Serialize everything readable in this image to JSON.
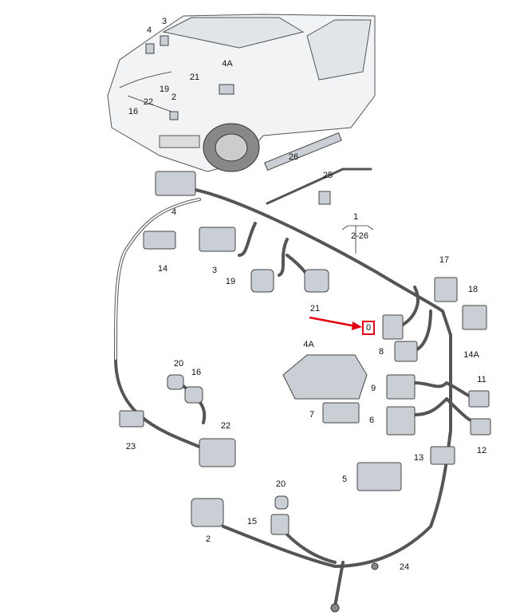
{
  "diagram": {
    "callouts": [
      {
        "id": "car-4",
        "text": "4"
      },
      {
        "id": "car-3",
        "text": "3"
      },
      {
        "id": "car-4a",
        "text": "4A"
      },
      {
        "id": "car-21",
        "text": "21"
      },
      {
        "id": "car-19",
        "text": "19"
      },
      {
        "id": "car-22",
        "text": "22"
      },
      {
        "id": "car-2",
        "text": "2"
      },
      {
        "id": "car-16",
        "text": "16"
      },
      {
        "id": "p26",
        "text": "26"
      },
      {
        "id": "p25",
        "text": "25"
      },
      {
        "id": "p1",
        "text": "1"
      },
      {
        "id": "p1range",
        "text": "2-26"
      },
      {
        "id": "p4",
        "text": "4"
      },
      {
        "id": "p14",
        "text": "14"
      },
      {
        "id": "p3",
        "text": "3"
      },
      {
        "id": "p19",
        "text": "19"
      },
      {
        "id": "p21",
        "text": "21"
      },
      {
        "id": "p17",
        "text": "17"
      },
      {
        "id": "p18",
        "text": "18"
      },
      {
        "id": "p0",
        "text": "0"
      },
      {
        "id": "p8",
        "text": "8"
      },
      {
        "id": "p14a",
        "text": "14A"
      },
      {
        "id": "p4a",
        "text": "4A"
      },
      {
        "id": "p9",
        "text": "9"
      },
      {
        "id": "p11",
        "text": "11"
      },
      {
        "id": "p7",
        "text": "7"
      },
      {
        "id": "p6",
        "text": "6"
      },
      {
        "id": "p20a",
        "text": "20"
      },
      {
        "id": "p16",
        "text": "16"
      },
      {
        "id": "p22",
        "text": "22"
      },
      {
        "id": "p23",
        "text": "23"
      },
      {
        "id": "p13",
        "text": "13"
      },
      {
        "id": "p12",
        "text": "12"
      },
      {
        "id": "p5",
        "text": "5"
      },
      {
        "id": "p20b",
        "text": "20"
      },
      {
        "id": "p15",
        "text": "15"
      },
      {
        "id": "p2",
        "text": "2"
      },
      {
        "id": "p24",
        "text": "24"
      }
    ],
    "highlight_color": "#e00010",
    "highlighted_callout": "0"
  }
}
